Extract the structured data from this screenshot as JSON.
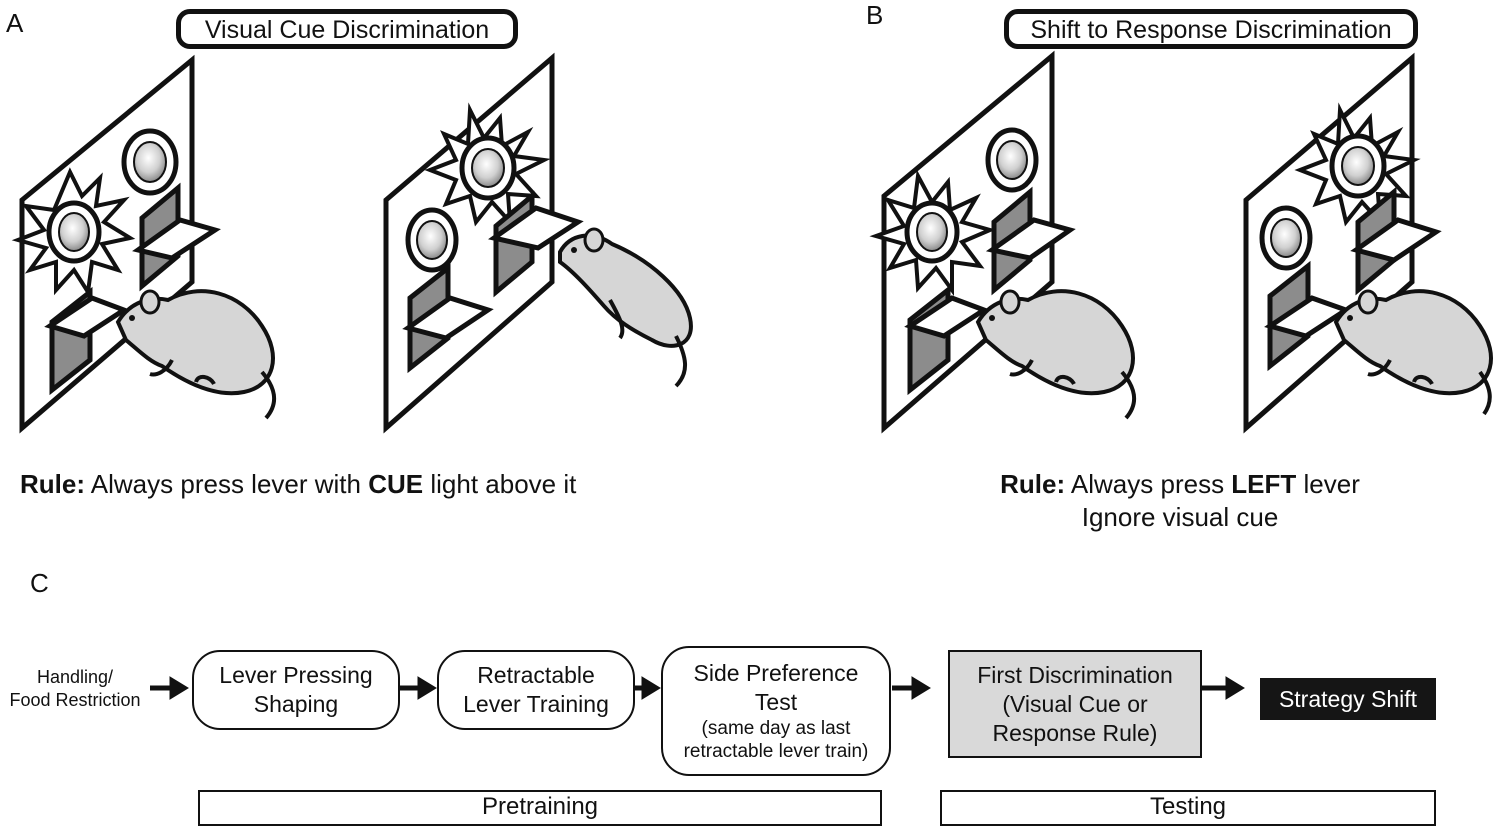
{
  "panels": {
    "a": {
      "letter": "A",
      "title": "Visual Cue Discrimination",
      "rule_label": "Rule:",
      "rule_text_1": " Always press lever with ",
      "rule_emph": "CUE",
      "rule_text_2": " light above it"
    },
    "b": {
      "letter": "B",
      "title": "Shift to Response Discrimination",
      "rule_label": "Rule:",
      "rule_text_1": " Always press ",
      "rule_emph": "LEFT",
      "rule_text_2": " lever",
      "rule_line2": "Ignore visual cue"
    },
    "c": {
      "letter": "C",
      "start_line1": "Handling/",
      "start_line2": "Food Restriction",
      "step1_line1": "Lever Pressing",
      "step1_line2": "Shaping",
      "step2_line1": "Retractable",
      "step2_line2": "Lever Training",
      "step3_line1": "Side Preference",
      "step3_line2": "Test",
      "step3_note1": "(same day as last",
      "step3_note2": "retractable lever train)",
      "step4_line1": "First Discrimination",
      "step4_line2": "(Visual Cue or",
      "step4_line3": "Response Rule)",
      "step5": "Strategy Shift",
      "phase1": "Pretraining",
      "phase2": "Testing"
    }
  },
  "colors": {
    "ink": "#111111",
    "lever_slot": "#8c8c8c",
    "rat_fill": "#d6d6d6",
    "grey_box": "#d9d9d9",
    "black_box": "#151515"
  }
}
